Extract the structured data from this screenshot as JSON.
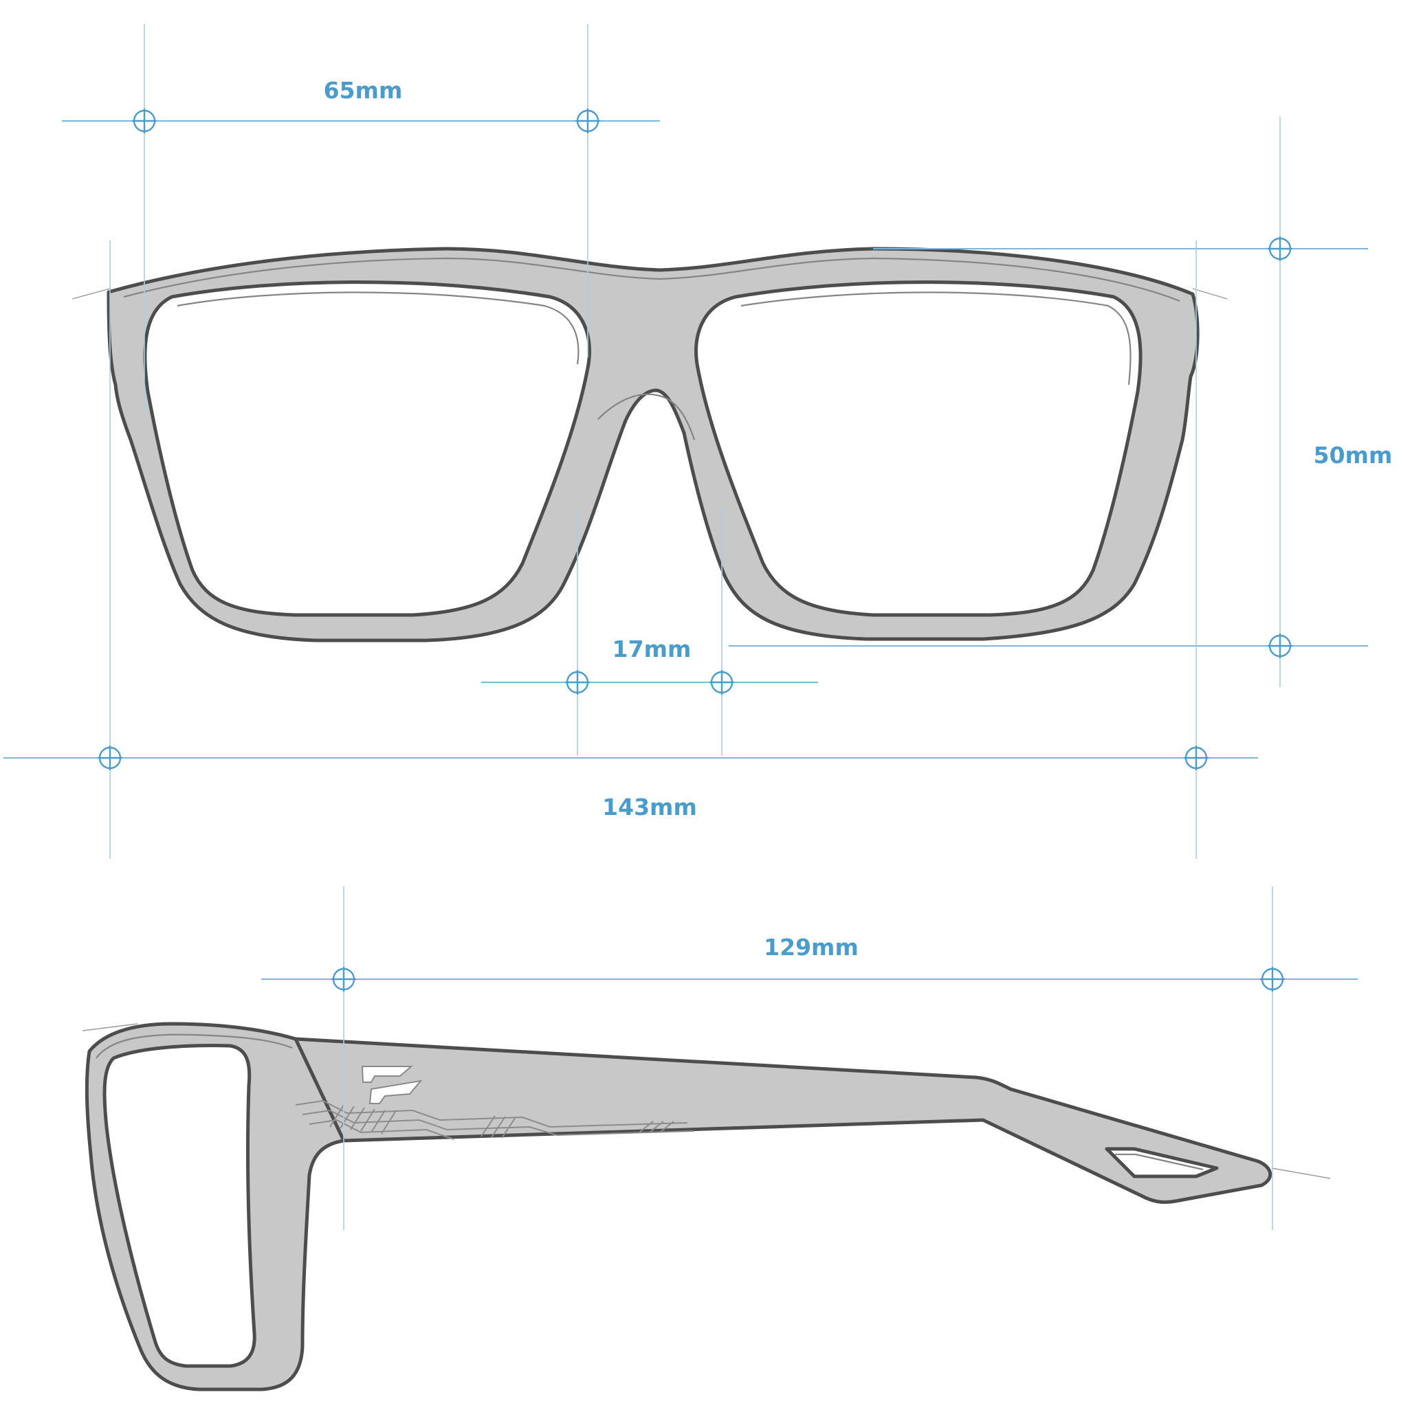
{
  "dimensions": {
    "lens_width": "65mm",
    "lens_height": "50mm",
    "bridge_width": "17mm",
    "frame_width": "143mm",
    "temple_length": "129mm"
  },
  "colors": {
    "accent": "#4a9ccc",
    "frame_fill": "#c8c8c8",
    "frame_outline": "#4d4d4d"
  }
}
